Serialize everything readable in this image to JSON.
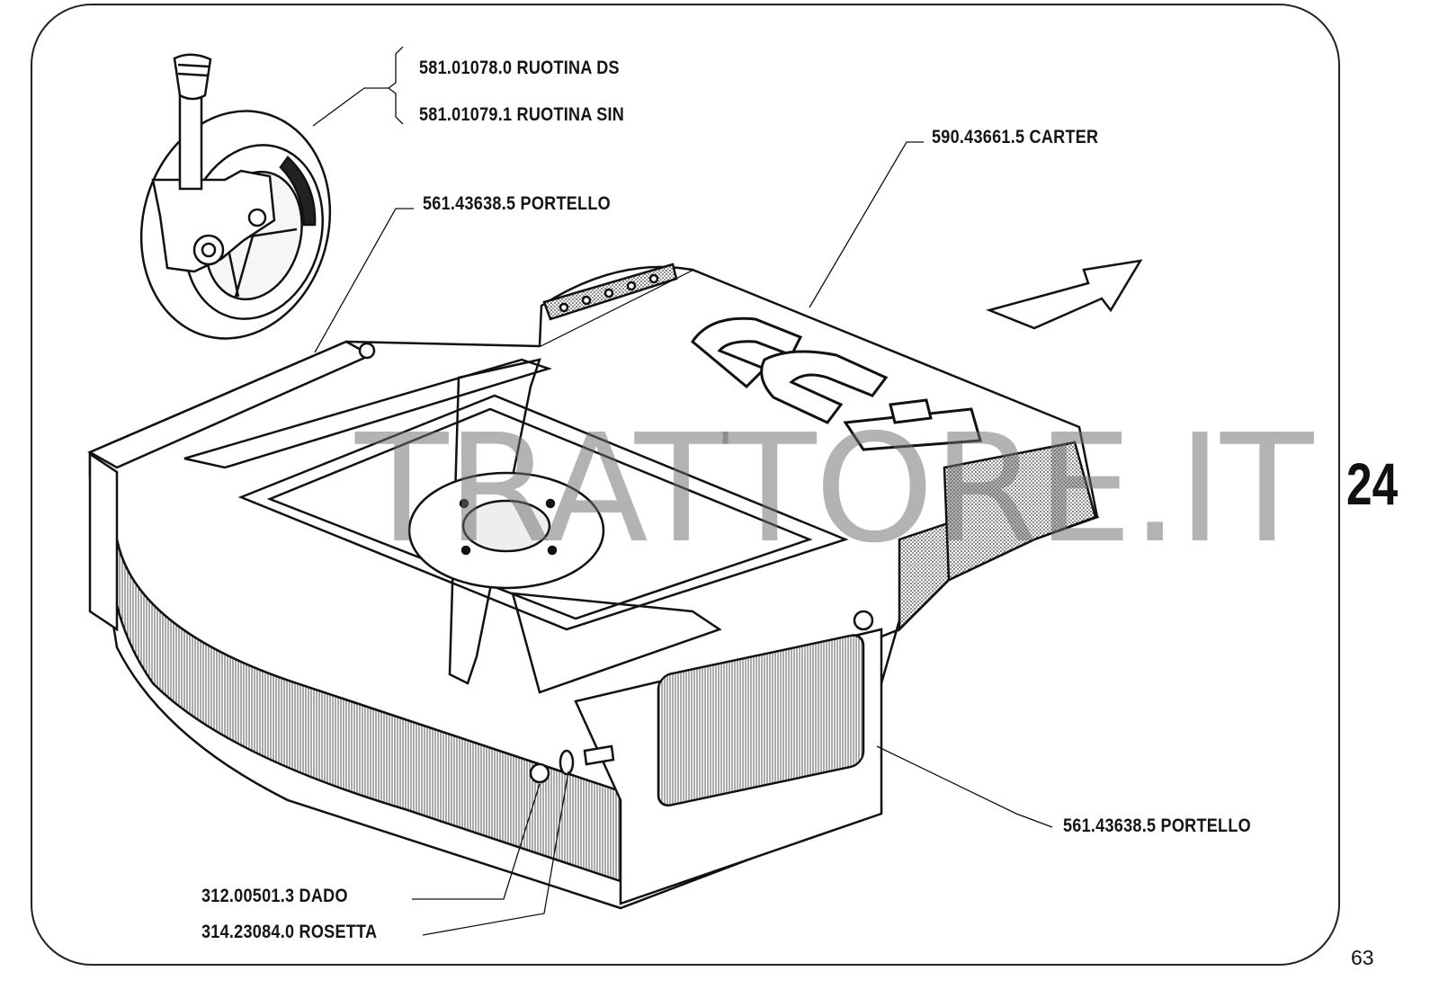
{
  "callouts": {
    "wheel_right": "581.01078.0 RUOTINA DS",
    "wheel_left": "581.01079.1 RUOTINA SIN",
    "carter": "590.43661.5 CARTER",
    "door_top": "561.43638.5 PORTELLO",
    "door_bottom": "561.43638.5 PORTELLO",
    "nut": "312.00501.3 DADO",
    "washer": "314.23084.0 ROSETTA"
  },
  "deck_lettering": "BCS",
  "watermark_text": "TRATTORE.IT",
  "section_number": "24",
  "page_number": "63",
  "colors": {
    "ink": "#151515",
    "watermark": "#8a8a8a",
    "paper": "#ffffff"
  }
}
